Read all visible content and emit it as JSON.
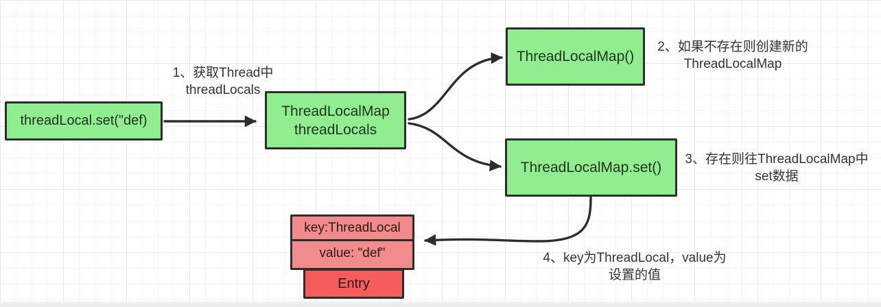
{
  "diagram": {
    "title_context": "ThreadLocal set flow diagram",
    "colors": {
      "node_fill": "#90ee90",
      "node_border": "#2d2d2d",
      "kv_fill": "#f28b8b",
      "entry_fill": "#f55c5c",
      "arrow": "#2d2d2d",
      "annotation_text": "#333333",
      "grid_minor": "#f5f5f5",
      "grid_major": "#e9e9e9"
    },
    "nodes": {
      "set_call": {
        "label": "threadLocal.set(\"def)"
      },
      "map_threadlocals": {
        "line1": "ThreadLocalMap",
        "line2": "threadLocals"
      },
      "map_ctor": {
        "label": "ThreadLocalMap()"
      },
      "map_set": {
        "label": "ThreadLocalMap.set()"
      }
    },
    "entry_struct": {
      "key": "key:ThreadLocal",
      "value": "value: \"def\"",
      "label": "Entry"
    },
    "annotations": {
      "a1": {
        "line1": "1、获取Thread中",
        "line2": "threadLocals"
      },
      "a2": {
        "line1": "2、如果不存在则创建新的",
        "line2": "ThreadLocalMap"
      },
      "a3": {
        "line1": "3、存在则往ThreadLocalMap中",
        "line2": "set数据"
      },
      "a4": {
        "line1": "4、key为ThreadLocal，value为",
        "line2": "设置的值"
      }
    }
  }
}
